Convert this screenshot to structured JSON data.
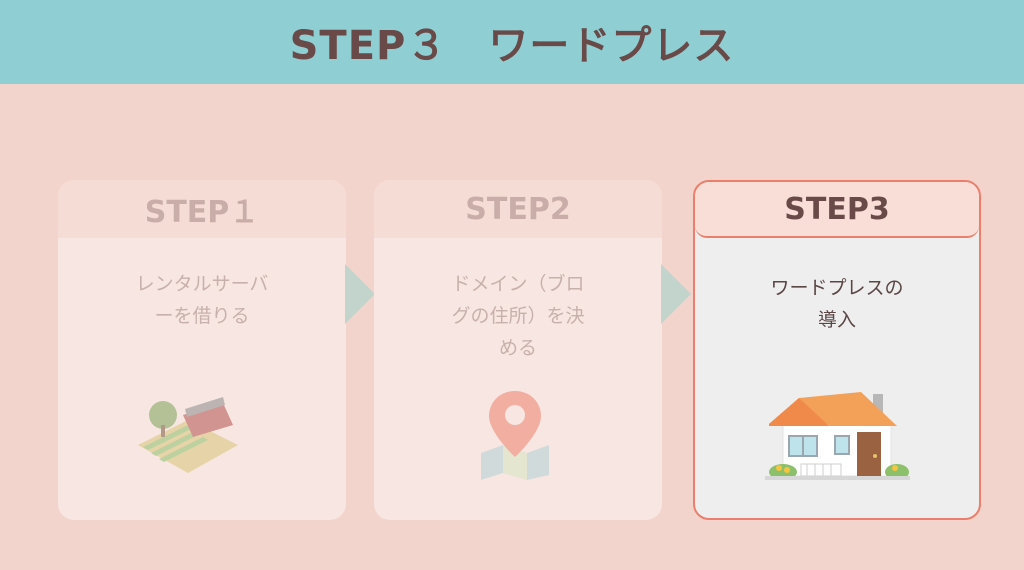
{
  "header": {
    "title": "STEP３　ワードプレス"
  },
  "steps": [
    {
      "label": "STEP１",
      "text": "レンタルサーバ\nーを借りる",
      "icon": "farmhouse-illustration",
      "state": "faded"
    },
    {
      "label": "STEP2",
      "text": "ドメイン（ブロ\nグの住所）を決\nめる",
      "icon": "map-pin-illustration",
      "state": "faded"
    },
    {
      "label": "STEP3",
      "text": "ワードプレスの\n導入",
      "icon": "house-illustration",
      "state": "active"
    }
  ],
  "colors": {
    "background": "#f3d4cc",
    "header": "#8fcfd4",
    "accent": "#ec7f6c",
    "title_text": "#6a4a48"
  }
}
